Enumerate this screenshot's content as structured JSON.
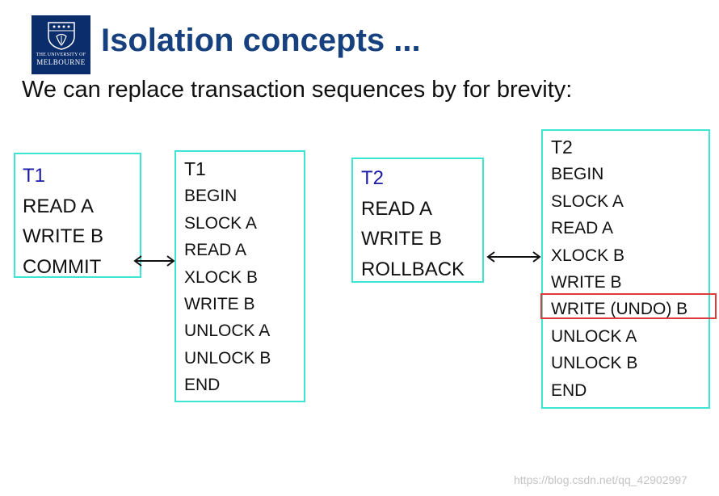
{
  "logo": {
    "line1": "THE UNIVERSITY OF",
    "line2": "MELBOURNE",
    "colors": {
      "background": "#0b2d6b"
    }
  },
  "title": "Isolation concepts ...",
  "subtitle": "We can replace transaction sequences by for brevity:",
  "box_t1_short": {
    "header": "T1",
    "lines": [
      "READ A",
      "WRITE  B",
      "COMMIT"
    ]
  },
  "box_t1_full": {
    "header": "T1",
    "lines": [
      "BEGIN",
      "SLOCK A",
      "READ A",
      "XLOCK B",
      "WRITE B",
      "UNLOCK A",
      "UNLOCK B",
      "END"
    ]
  },
  "box_t2_short": {
    "header": "T2",
    "lines": [
      "READ   A",
      "WRITE  B",
      "ROLLBACK"
    ]
  },
  "box_t2_full": {
    "header": "T2",
    "lines": [
      "BEGIN",
      "SLOCK A",
      "READ    A",
      "XLOCK B",
      "WRITE B",
      "WRITE (UNDO) B",
      "UNLOCK A",
      "UNLOCK B",
      "END"
    ]
  },
  "colors": {
    "title": "#17407f",
    "box_border": "#3ce6d2",
    "highlight_border": "#e03b3b",
    "short_header": "#1a1aa6"
  },
  "icons": [
    "university-crest-icon",
    "double-arrow-icon"
  ],
  "watermark": "https://blog.csdn.net/qq_42902997"
}
